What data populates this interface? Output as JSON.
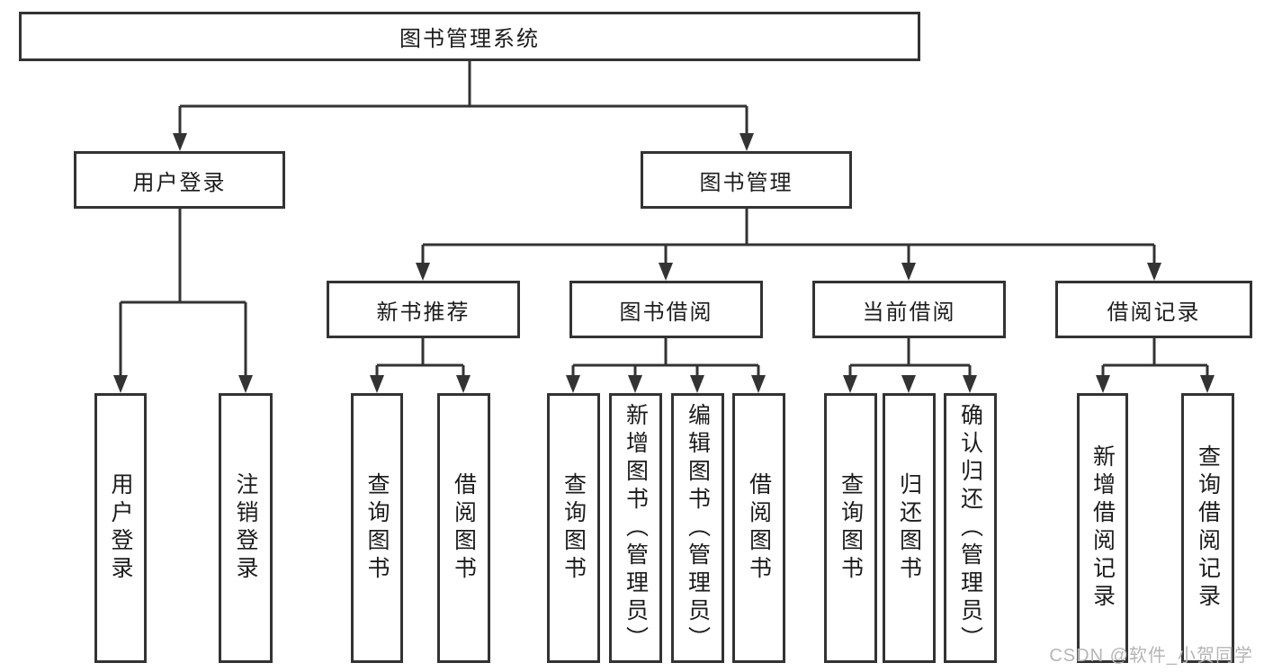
{
  "tree": {
    "root": {
      "label": "图书管理系统",
      "children": [
        {
          "label": "用户登录",
          "children": [
            {
              "label": "用户登录"
            },
            {
              "label": "注销登录"
            }
          ]
        },
        {
          "label": "图书管理",
          "children": [
            {
              "label": "新书推荐",
              "children": [
                {
                  "label": "查询图书"
                },
                {
                  "label": "借阅图书"
                }
              ]
            },
            {
              "label": "图书借阅",
              "children": [
                {
                  "label": "查询图书"
                },
                {
                  "label": "新增图书（管理员）"
                },
                {
                  "label": "编辑图书（管理员）"
                },
                {
                  "label": "借阅图书"
                }
              ]
            },
            {
              "label": "当前借阅",
              "children": [
                {
                  "label": "查询图书"
                },
                {
                  "label": "归还图书"
                },
                {
                  "label": "确认归还（管理员）"
                }
              ]
            },
            {
              "label": "借阅记录",
              "children": [
                {
                  "label": "新增借阅记录"
                },
                {
                  "label": "查询借阅记录"
                }
              ]
            }
          ]
        }
      ]
    }
  },
  "watermark": "CSDN @软件_小贺同学",
  "colors": {
    "line": "#333333",
    "text": "#1c1c1c",
    "watermark": "#b5b5b5",
    "background": "#ffffff"
  }
}
